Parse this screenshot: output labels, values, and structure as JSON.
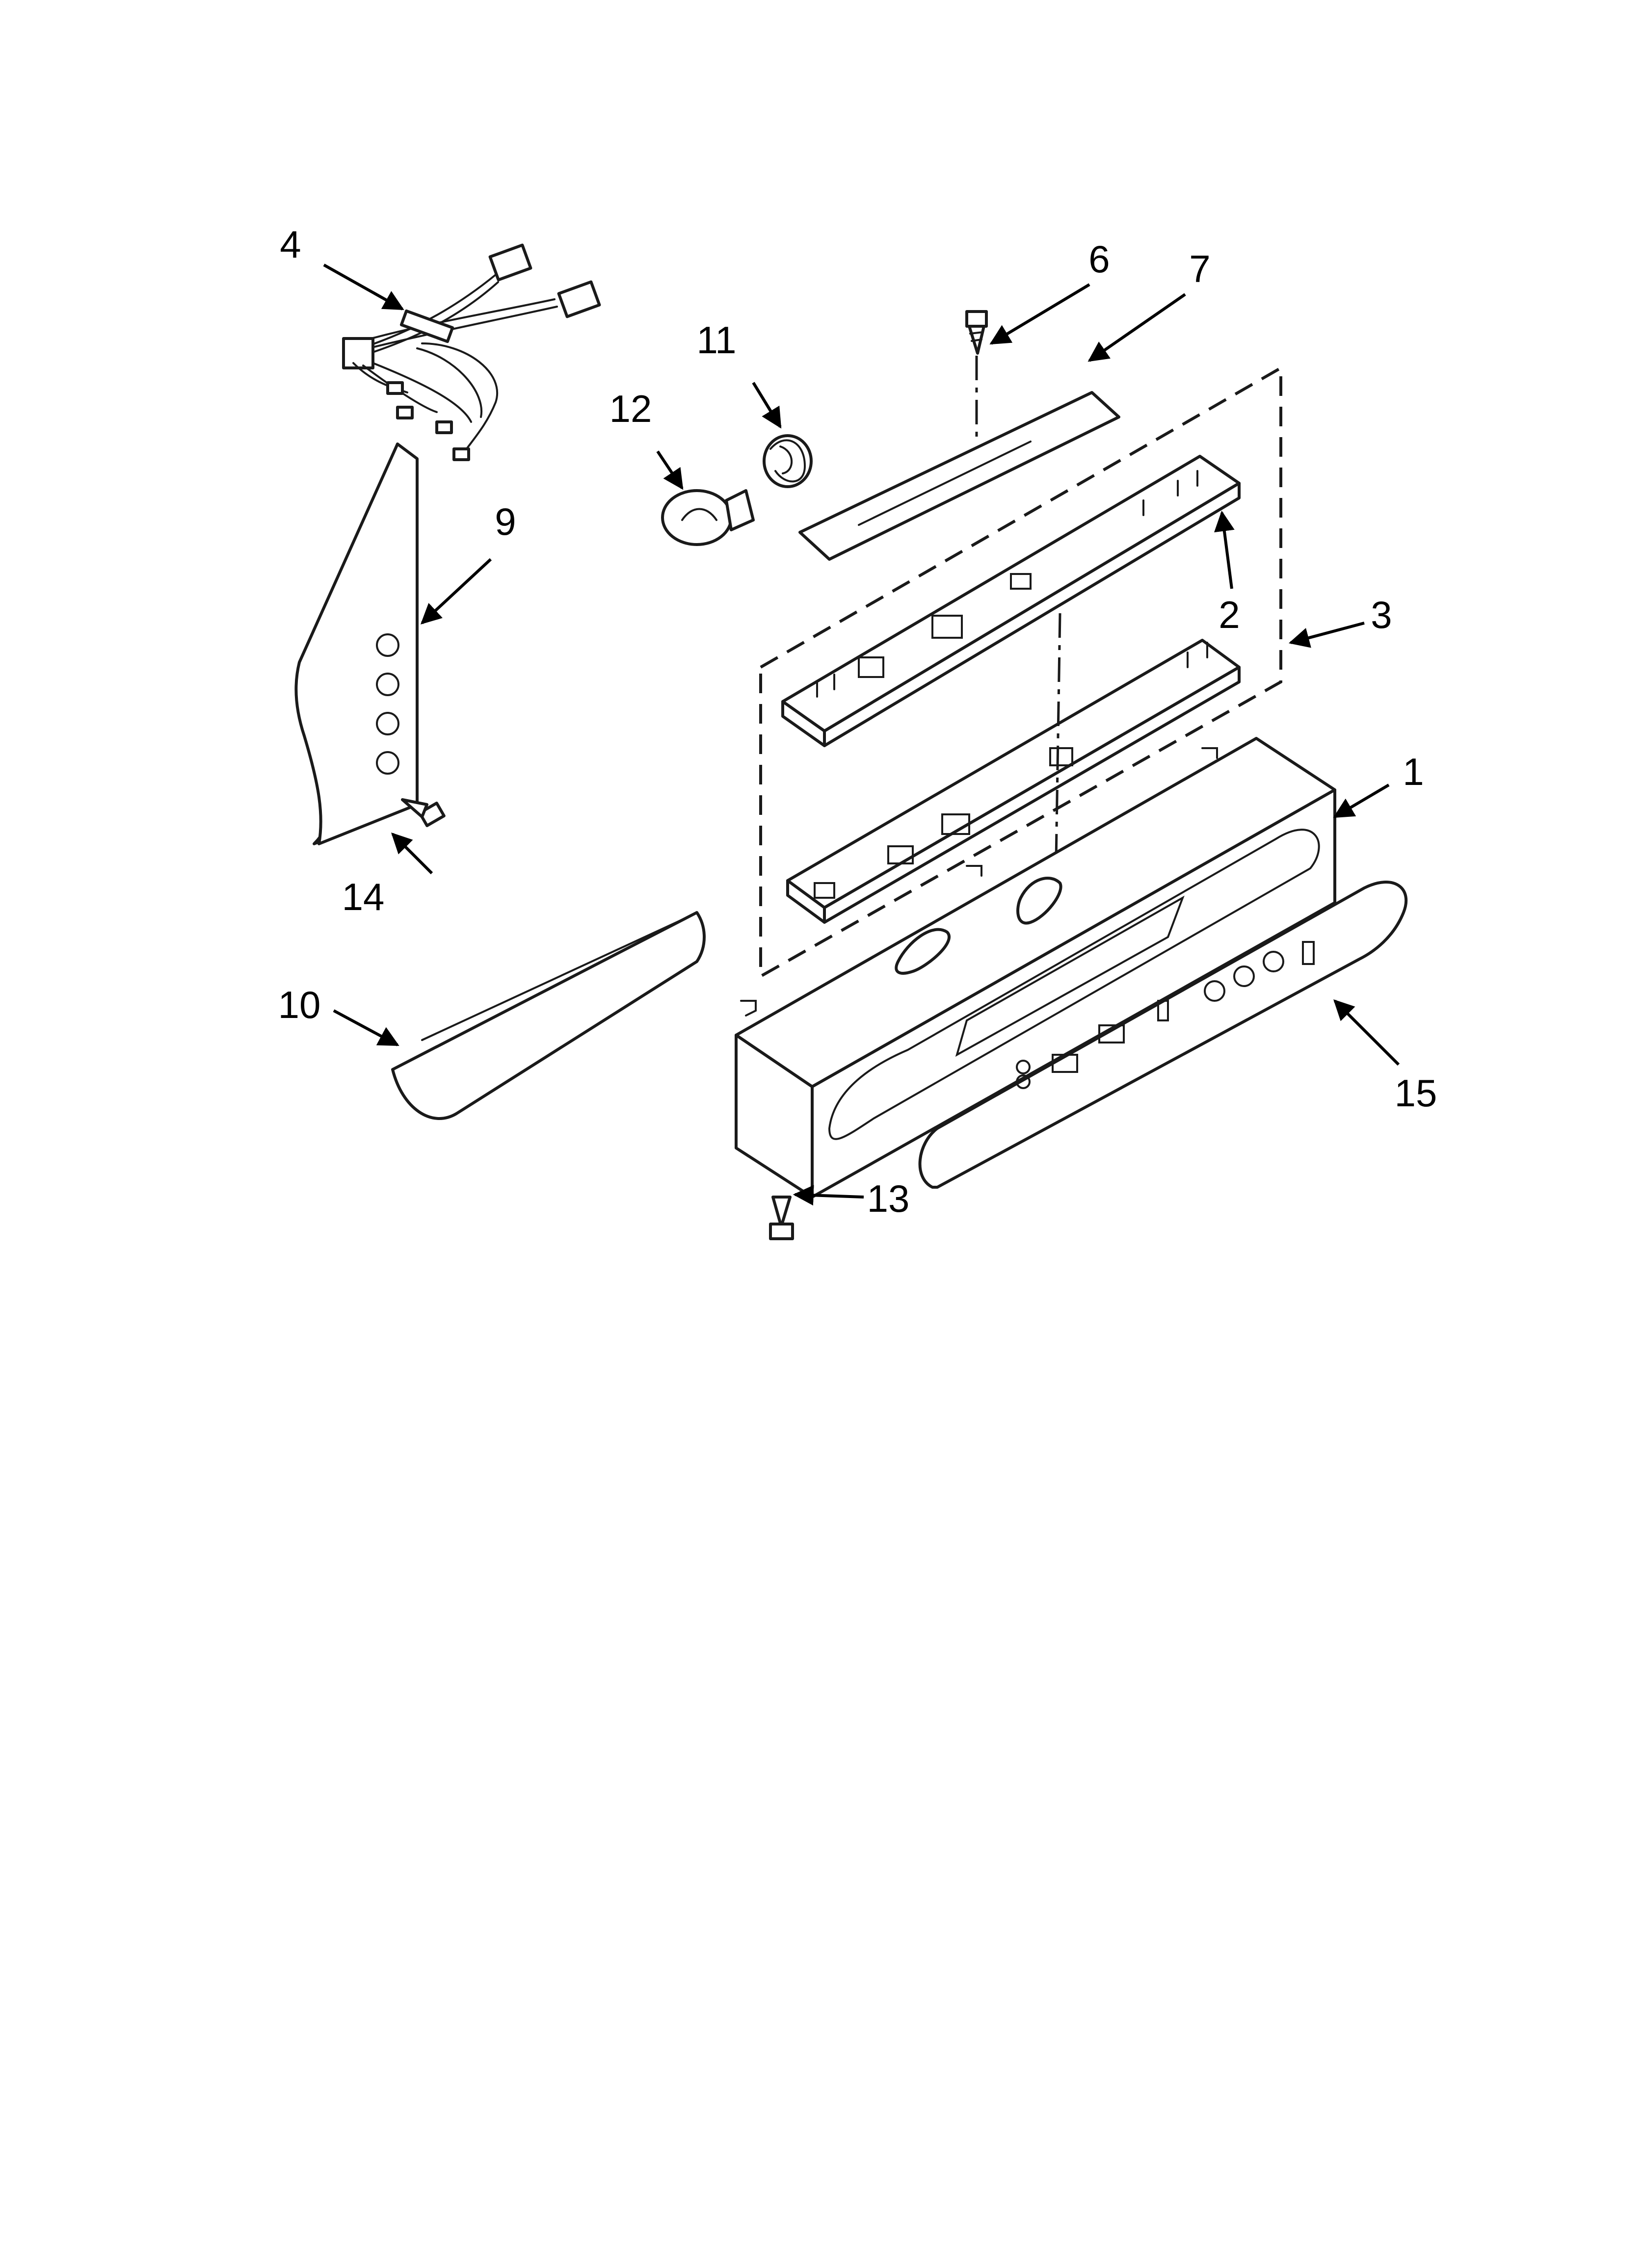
{
  "diagram": {
    "type": "exploded parts diagram",
    "callouts": [
      {
        "id": "1",
        "label": "1"
      },
      {
        "id": "2",
        "label": "2"
      },
      {
        "id": "3",
        "label": "3"
      },
      {
        "id": "4",
        "label": "4"
      },
      {
        "id": "6",
        "label": "6"
      },
      {
        "id": "7",
        "label": "7"
      },
      {
        "id": "9",
        "label": "9"
      },
      {
        "id": "10",
        "label": "10"
      },
      {
        "id": "11",
        "label": "11"
      },
      {
        "id": "12",
        "label": "12"
      },
      {
        "id": "13",
        "label": "13"
      },
      {
        "id": "14",
        "label": "14"
      },
      {
        "id": "15",
        "label": "15"
      }
    ]
  }
}
